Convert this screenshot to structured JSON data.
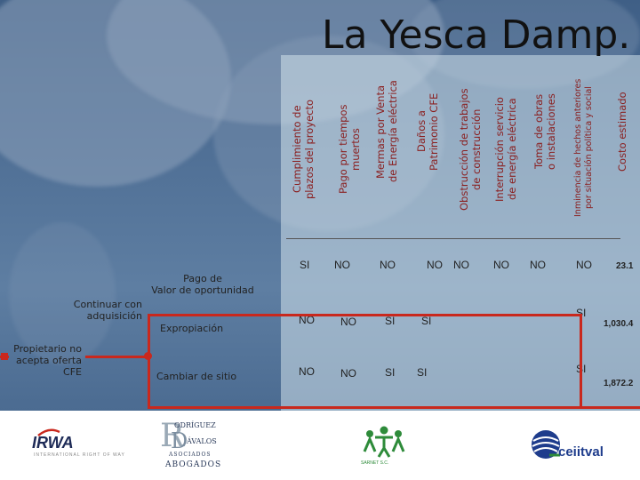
{
  "slide": {
    "title": "La Yesca Damp."
  },
  "columns": [
    {
      "label": "Cumplimiento de\nplazos del proyecto"
    },
    {
      "label": "Pago por tiempos\nmuertos"
    },
    {
      "label": "Mermas por Venta\nde Energía eléctrica"
    },
    {
      "label": "Daños a\nPatrimonio CFE"
    },
    {
      "label": "Obstrucción de trabajos\nde construcción"
    },
    {
      "label": "Interrupción servicio\nde energía eléctrica"
    },
    {
      "label": "Toma de obras\no instalaciones"
    },
    {
      "label": "Inminencia de hechos anteriores\npor situación política y social"
    },
    {
      "label": "Costo estimado"
    }
  ],
  "tree": {
    "root": "Propietario no\nacepta oferta\nCFE",
    "branch": "Continuar con\nadquisición",
    "option1": "Pago de\nValor de oportunidad",
    "option2": "Expropiación",
    "option3": "Cambiar de sitio"
  },
  "rows": [
    {
      "cells": [
        "SI",
        "NO",
        "NO",
        "NO",
        "NO",
        "NO",
        "NO",
        "NO"
      ],
      "cost": "23.1"
    },
    {
      "cells": [
        "NO",
        "NO",
        "SI",
        "SI",
        "SI"
      ],
      "cost": "1,030.4"
    },
    {
      "cells": [
        "NO",
        "NO",
        "SI",
        "SI",
        "SI"
      ],
      "cost": "1,872.2"
    }
  ],
  "colors": {
    "accent": "#c9281d",
    "map_sea": "#4f6f95"
  },
  "logos": {
    "irwa": "IRWA",
    "irwa_sub": "INTERNATIONAL RIGHT OF WAY",
    "rda_1": "ODRÍGUEZ",
    "rda_2": "ÁVALOS",
    "rda_3": "ASOCIADOS",
    "rda_4": "ABOGADOS",
    "sarn": "SARNET S.C.",
    "ceil": "ceiitval"
  }
}
